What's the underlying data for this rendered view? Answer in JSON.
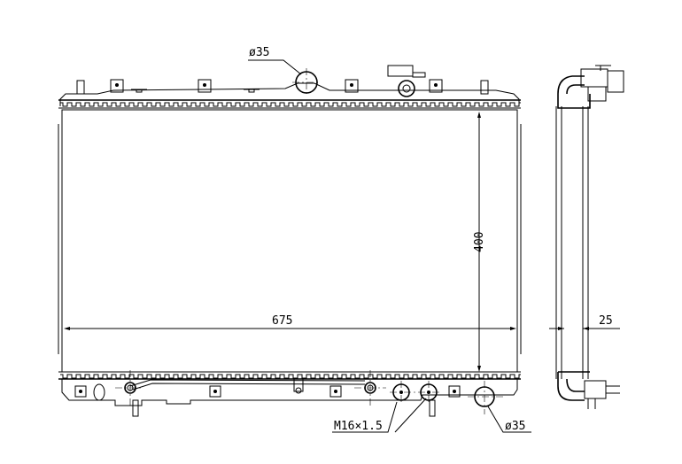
{
  "drawing": {
    "title": "Radiator dimension drawing",
    "dimensions": {
      "top_inlet": "ø35",
      "height": "400",
      "width": "675",
      "thickness": "25",
      "drain_thread": "M16×1.5",
      "bottom_outlet": "ø35"
    }
  }
}
